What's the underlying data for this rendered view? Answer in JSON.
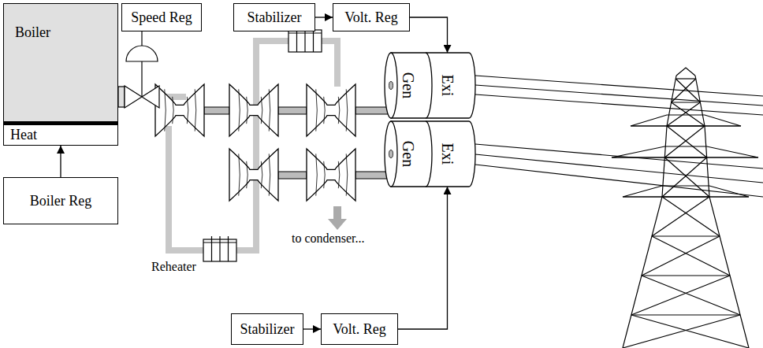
{
  "diagram": {
    "nodes": [
      {
        "text": [
          "Speed Reg"
        ]
      },
      {
        "text": [
          "Stabilizer"
        ]
      },
      {
        "text": [
          "Volt. Reg"
        ]
      },
      {
        "text": [
          "Boiler"
        ]
      },
      {
        "text": [
          "Heat"
        ]
      },
      {
        "text": [
          "Boiler Reg"
        ]
      },
      {
        "text": [
          "Gen"
        ]
      },
      {
        "text": [
          "Exi"
        ]
      },
      {
        "text": [
          "Gen"
        ]
      },
      {
        "text": [
          "Exi"
        ]
      },
      {
        "text": [
          "Stabilizer"
        ]
      },
      {
        "text": [
          "Volt. Reg"
        ]
      }
    ],
    "edges": [
      {
        "from": 5,
        "to": 4,
        "arrow": "to"
      },
      {
        "from": 1,
        "to": 2,
        "arrow": "to"
      },
      {
        "from": 2,
        "to": 7,
        "arrow": "to"
      },
      {
        "from": 10,
        "to": 11,
        "arrow": "to"
      },
      {
        "from": 11,
        "to": 9,
        "arrow": "to"
      }
    ],
    "labels": [
      "Reheater",
      "to condenser..."
    ]
  }
}
